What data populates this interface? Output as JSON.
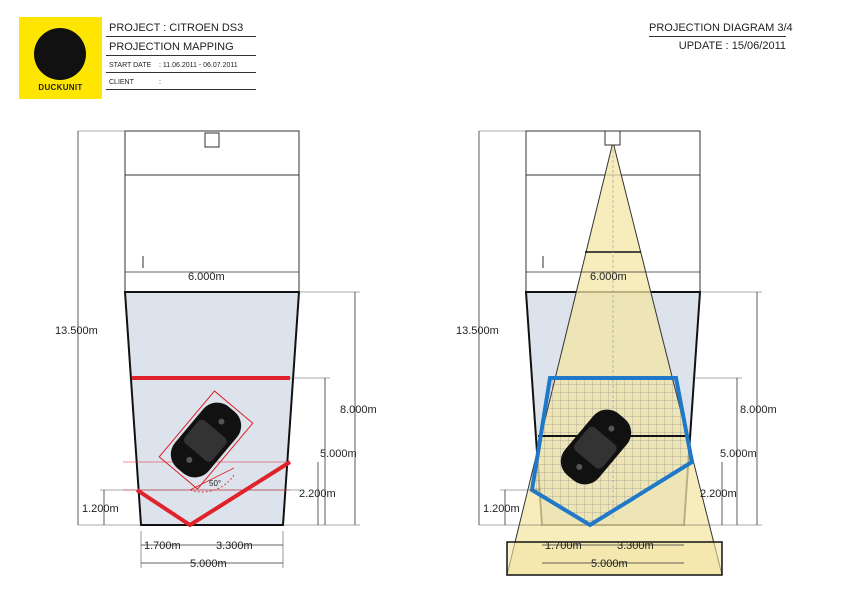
{
  "logo": {
    "name": "DUCKUNIT",
    "color": "#ffe600"
  },
  "header": {
    "project": "PROJECT : CITROEN DS3",
    "title": "PROJECTION MAPPING",
    "start_label": "START DATE",
    "start_value": ": 11.06.2011 - 06.07.2011",
    "client_label": "CLIENT",
    "client_value": ":",
    "diagram": "PROJECTION DIAGRAM 3/4",
    "update": "UPDATE : 15/06/2011"
  },
  "diagram_left": {
    "total_height": "13.500m",
    "room_width": "6.000m",
    "height_a": "8.000m",
    "height_b": "5.000m",
    "height_c": "2.200m",
    "height_d": "1.200m",
    "angle": "50°",
    "width_a": "1.700m",
    "width_b": "3.300m",
    "width_total": "5.000m"
  },
  "diagram_right": {
    "total_height": "13.500m",
    "room_width": "6.000m",
    "height_a": "8.000m",
    "height_b": "5.000m",
    "height_c": "2.200m",
    "height_d": "1.200m",
    "width_a": "1.700m",
    "width_b": "3.300m",
    "width_total": "5.000m"
  },
  "colors": {
    "screen": "#dde3ec",
    "red": "#e0222a",
    "blue": "#1f78c8",
    "beam": "#f3e6a6"
  }
}
